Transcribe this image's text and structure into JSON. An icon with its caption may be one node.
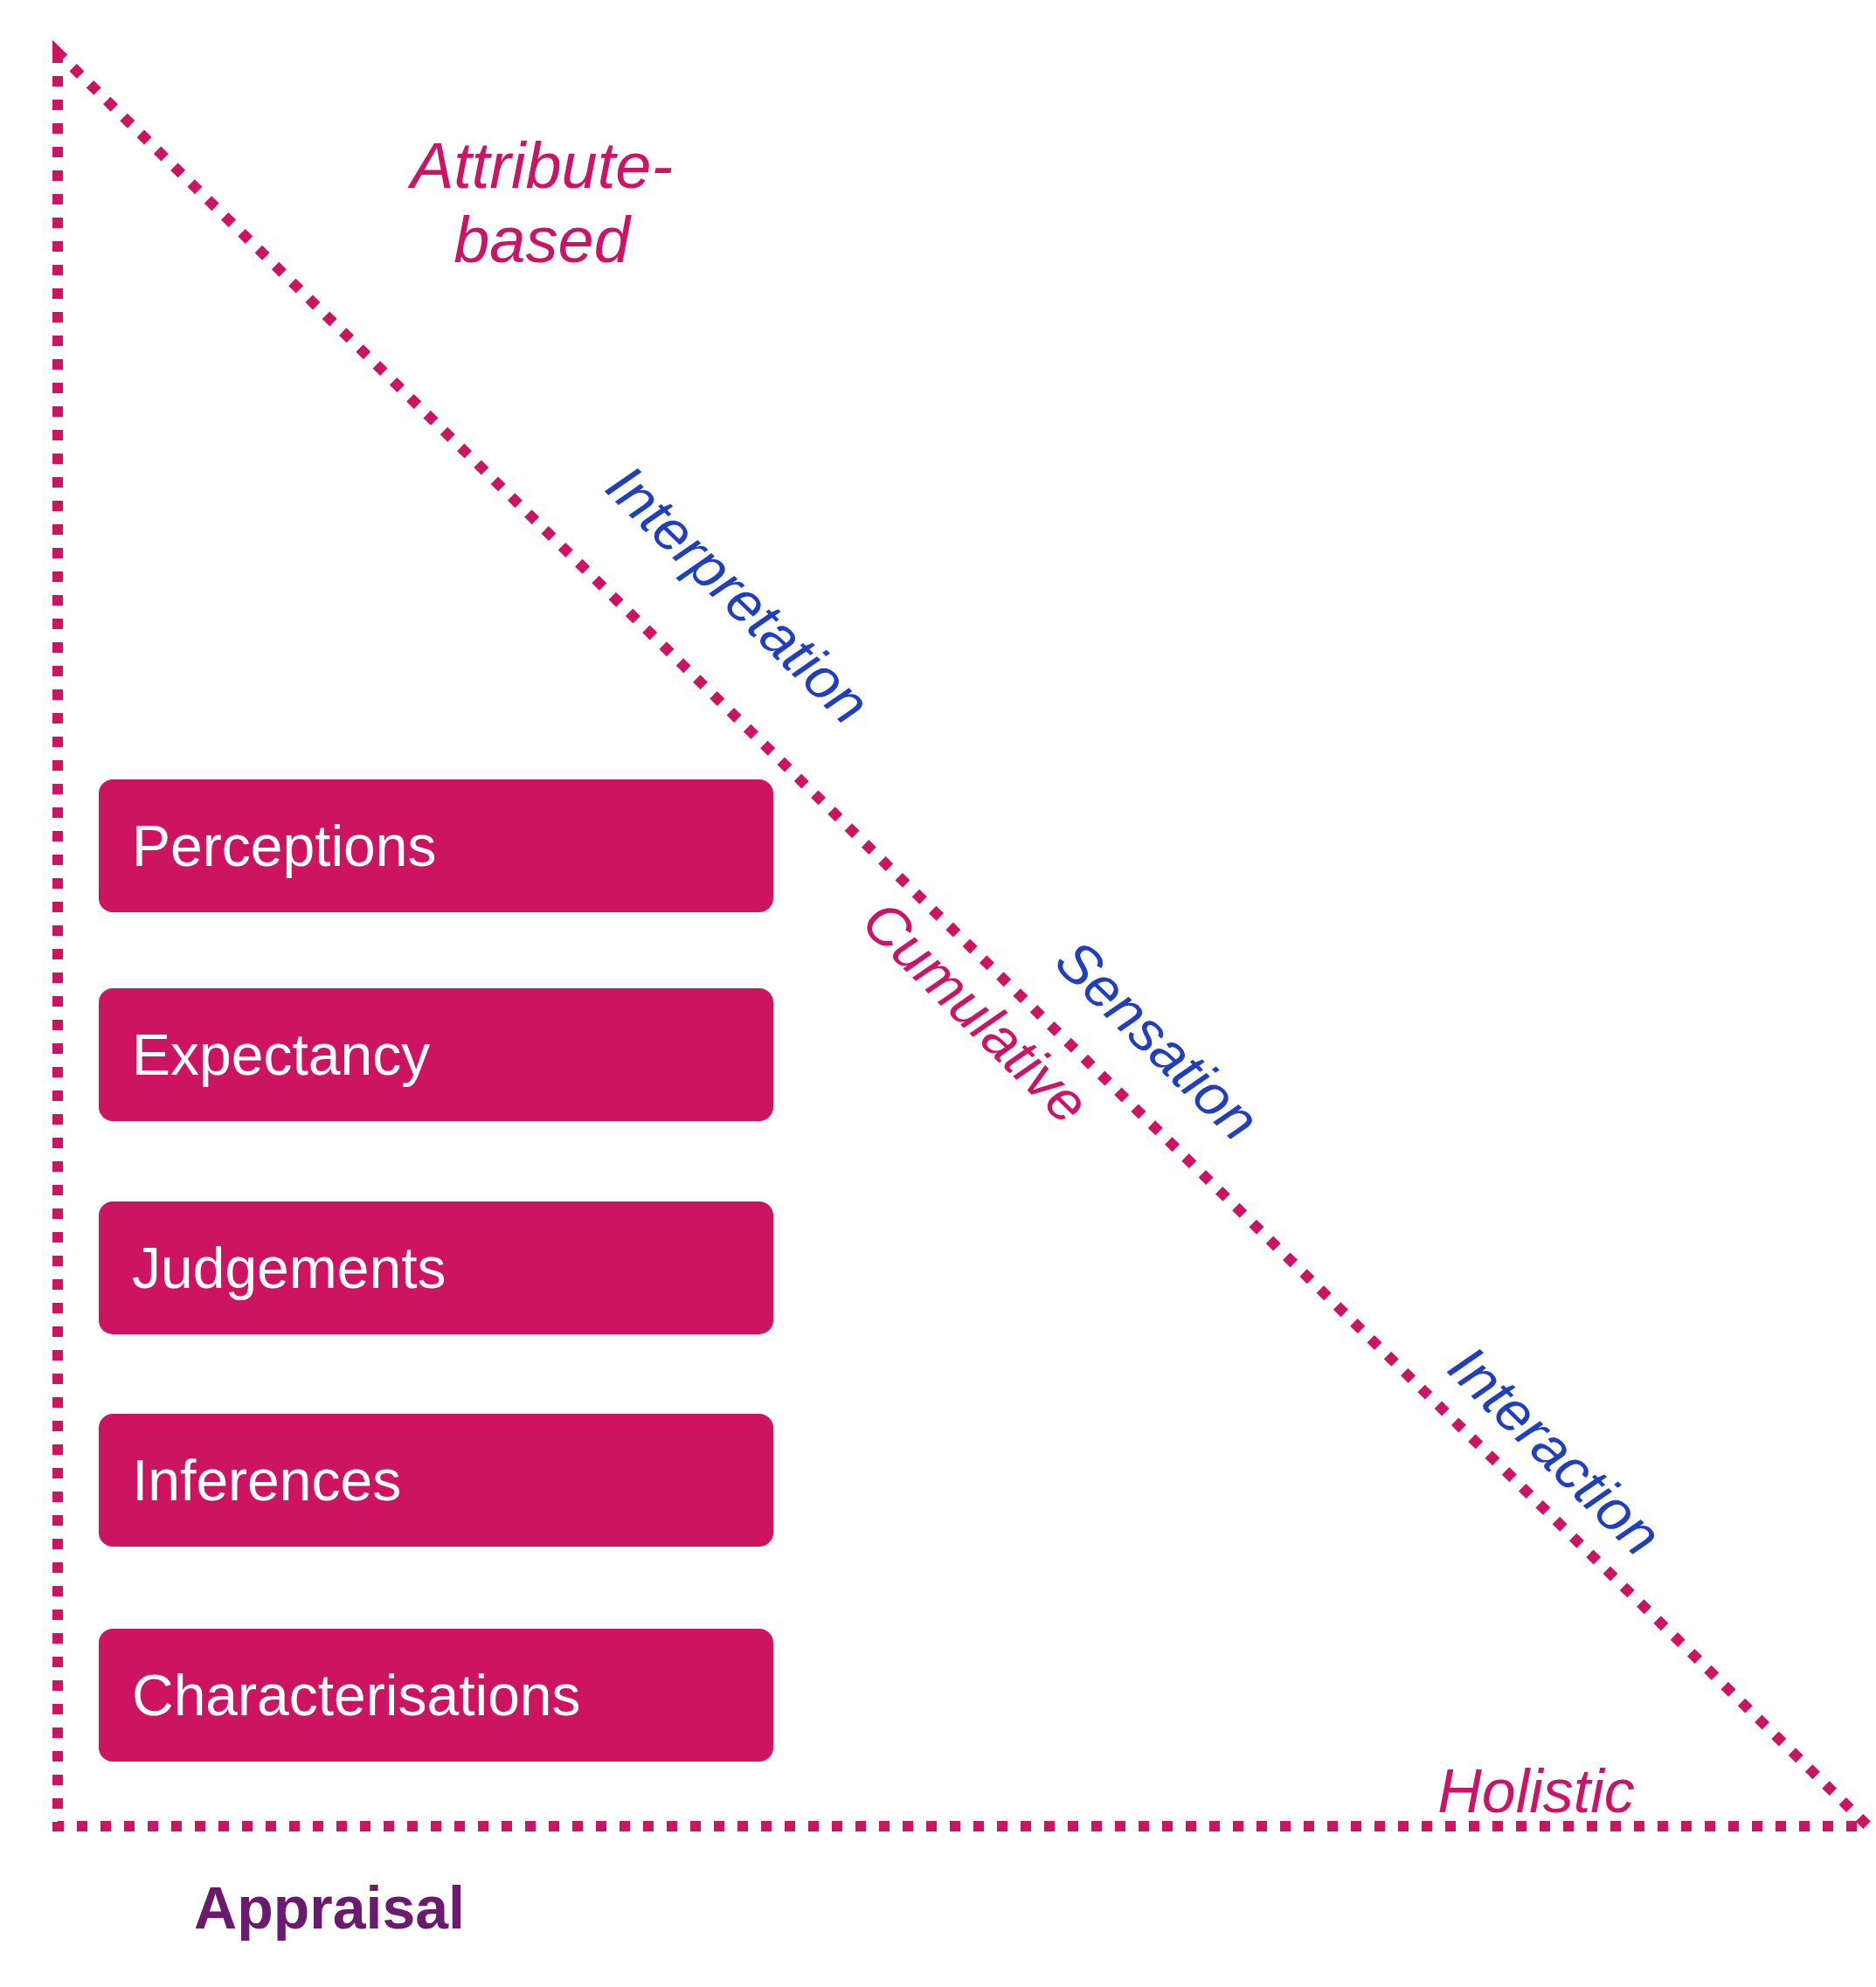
{
  "diagram": {
    "nodes": [
      {
        "text": [
          "Perceptions"
        ]
      },
      {
        "text": [
          "Expectancy"
        ]
      },
      {
        "text": [
          "Judgements"
        ]
      },
      {
        "text": [
          "Inferences"
        ]
      },
      {
        "text": [
          "Characterisations"
        ]
      }
    ],
    "labels": [
      "Attribute-based",
      "Interpretation",
      "Sensation",
      "Cumulative",
      "Interaction",
      "Holistic",
      "Appraisal"
    ]
  }
}
